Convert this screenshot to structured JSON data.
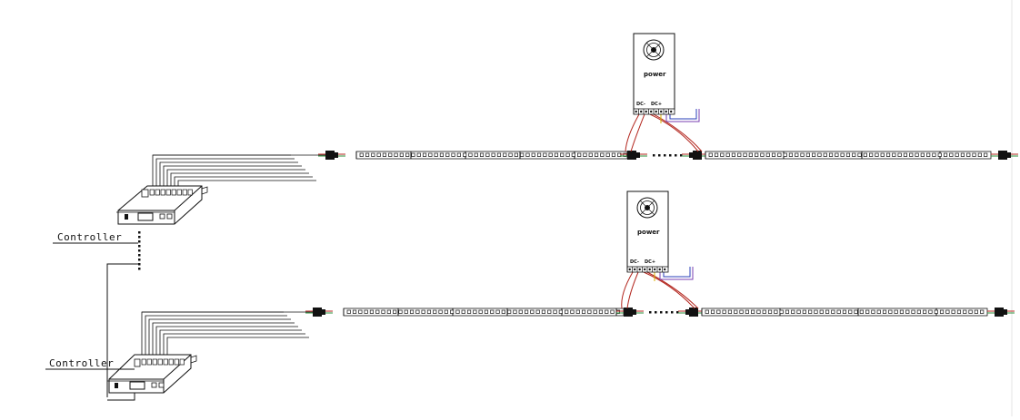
{
  "diagram": {
    "controllers": [
      {
        "label": "Controller"
      },
      {
        "label": "Controller"
      }
    ],
    "power_supplies": [
      {
        "label": "power"
      },
      {
        "label": "power"
      }
    ],
    "colors": {
      "line": "#111111",
      "wire_red": "#b3261e",
      "wire_purple": "#7a3fb0",
      "wire_blue": "#2a3fb8",
      "wire_yellow": "#d9b200",
      "wire_green": "#2c8c3a",
      "right_border": "#e6e6e6"
    }
  }
}
